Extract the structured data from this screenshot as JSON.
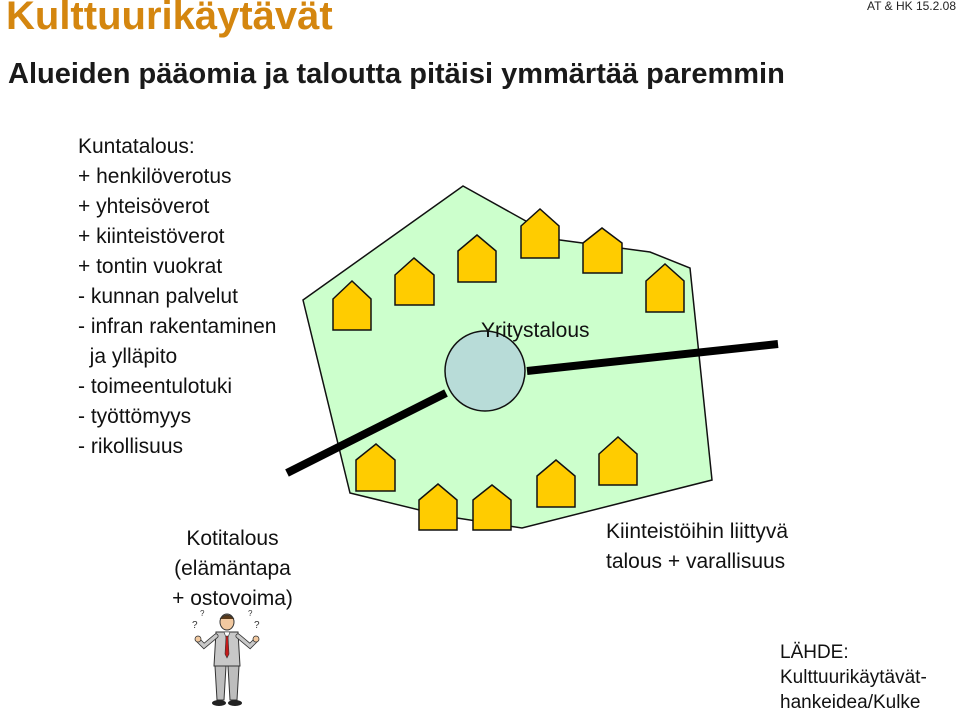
{
  "header": {
    "title": "Kulttuurikäytävät",
    "subtitle": "Alueiden pääomia ja taloutta pitäisi ymmärtää paremmin",
    "source_tag": "AT & HK 15.2.08"
  },
  "kuntatalous": {
    "lines": [
      "Kuntatalous:",
      "+ henkilöverotus",
      "+ yhteisöverot",
      "+ kiinteistöverot",
      "+ tontin vuokrat",
      "- kunnan palvelut",
      "- infran rakentaminen",
      "  ja ylläpito",
      "- toimeentulotuki",
      "- työttömyys",
      "- rikollisuus"
    ]
  },
  "yritystalous": {
    "label": "Yritystalous"
  },
  "kotitalous": {
    "lines": [
      "Kotitalous",
      "(elämäntapa",
      "+ ostovoima)"
    ]
  },
  "kiinteisto": {
    "lines": [
      "Kiinteistöihin liittyvä",
      "talous + varallisuus"
    ]
  },
  "lahde": {
    "lines": [
      "LÄHDE:",
      "Kulttuurikäytävät-",
      "hankeidea/Kulke"
    ]
  },
  "colors": {
    "title": "#d4860f",
    "region_fill": "#ccffcc",
    "house_fill": "#ffcc00",
    "circle_fill": "#b8dcd8",
    "road": "#000000"
  },
  "icons": {
    "houses": "house-icon",
    "person": "person-shrugging-icon"
  }
}
